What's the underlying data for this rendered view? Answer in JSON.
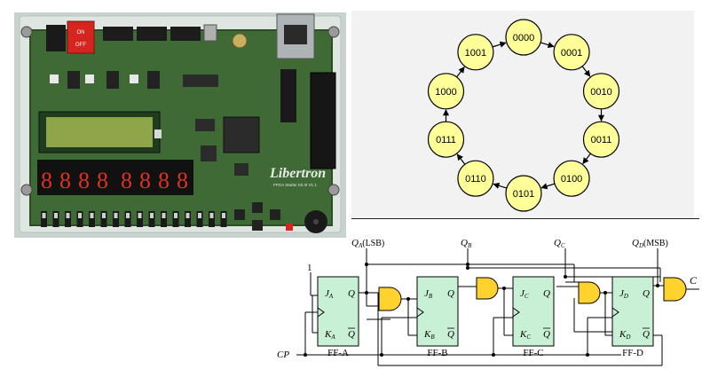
{
  "board": {
    "brand": "Libertron",
    "subtitle": "FPGA Starter Kit III V1.1",
    "switch_on": "ON",
    "switch_off": "OFF",
    "seg_digits": [
      "8",
      "8",
      "8",
      "8",
      "8",
      "8",
      "8",
      "8"
    ],
    "colors": {
      "pcb": "#3f6a36",
      "pcb_dark": "#2c4e27",
      "lcd": "#8ea54a",
      "switch": "#d6251f",
      "seg": "#e03020",
      "acrylic": "#dfe6e2"
    }
  },
  "state_ring": {
    "states": [
      "0000",
      "0001",
      "0010",
      "0011",
      "0100",
      "0101",
      "0110",
      "0111",
      "1000",
      "1001"
    ],
    "node_fill": "#ffff99",
    "background": "#f2f2f2"
  },
  "circuit": {
    "labels": {
      "qa": "Q",
      "qa_sub": "A",
      "qa_note": "(LSB)",
      "qb": "Q",
      "qb_sub": "B",
      "qc": "Q",
      "qc_sub": "C",
      "qd": "Q",
      "qd_sub": "D",
      "qd_note": "(MSB)",
      "one": "1",
      "cp": "CP",
      "c_out": "C"
    },
    "flipflops": [
      {
        "name": "FF-A",
        "j": "J",
        "j_sub": "A",
        "k": "K",
        "k_sub": "A",
        "q": "Q",
        "qbar": "Q"
      },
      {
        "name": "FF-B",
        "j": "J",
        "j_sub": "B",
        "k": "K",
        "k_sub": "B",
        "q": "Q",
        "qbar": "Q"
      },
      {
        "name": "FF-C",
        "j": "J",
        "j_sub": "C",
        "k": "K",
        "k_sub": "C",
        "q": "Q",
        "qbar": "Q"
      },
      {
        "name": "FF-D",
        "j": "J",
        "j_sub": "D",
        "k": "K",
        "k_sub": "D",
        "q": "Q",
        "qbar": "Q"
      }
    ],
    "ff_fill": "#c8f0d4"
  }
}
